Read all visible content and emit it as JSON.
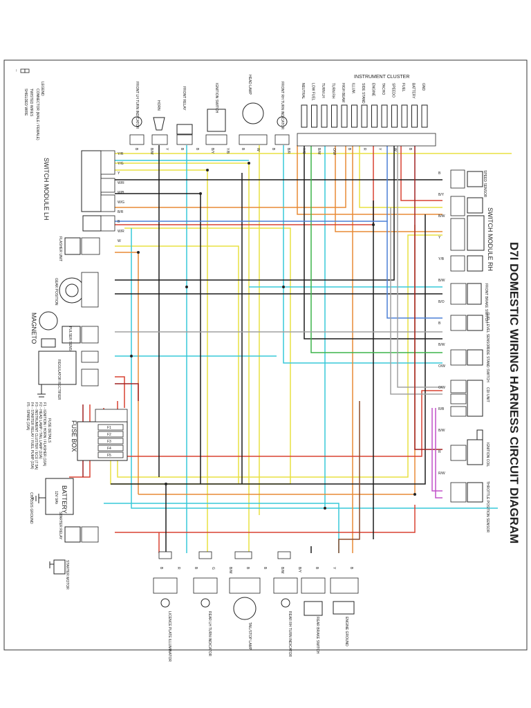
{
  "title": "D7I DOMESTIC WIRING HARNESS CIRCUIT DIAGRAM",
  "labels": {
    "instrument_cluster": "INSTRUMENT CLUSTER",
    "switch_module_lh": "SWITCH MODULE LH",
    "switch_module_rh": "SWITCH MODULE RH",
    "magneto": "MAGNETO",
    "fuse_box": "FUSE BOX",
    "battery": "BATTERY",
    "battery_sub": "12V 9Ah",
    "front_lh_turn": "FRONT LH TURN INDICATOR",
    "horn": "HORN",
    "front_relay": "FRONT RELAY",
    "ignition_switch": "IGNITION SWITCH",
    "headlamp": "HEAD LAMP",
    "front_rh_turn": "FRONT RH TURN INDICATOR",
    "flasher": "FLASHER UNIT",
    "gear_position": "GEAR POSITION",
    "pulser": "PULSER SENSOR",
    "regulator": "REGULATOR RECTIFIER",
    "cdi_unit": "CDI UNIT",
    "front_brake": "FRONT BRAKE SWITCH",
    "fuel_sensor": "FUEL LEVEL SENSOR",
    "side_stand": "SIDE STAND SWITCH",
    "starter_motor": "STARTER MOTOR",
    "starter_relay": "STARTER RELAY",
    "rear_lh_turn": "REAR LH TURN INDICATOR",
    "licence_lamp": "LICENCE PLATE ILLUMINATOR",
    "tail_lamp": "TAIL/STOP LAMP",
    "rear_rh_turn": "REAR RH TURN INDICATOR",
    "rear_brake": "REAR BRAKE SWITCH",
    "ignition_coil": "IGNITION COIL",
    "throttle_sensor": "THROTTLE POSITION SENSOR",
    "speed_sensor": "SPEED SENSOR",
    "chassis_ground": "CHASSIS GROUND",
    "engine_ground": "ENGINE GROUND",
    "legend_title": "LEGEND",
    "legend_1": "CONNECTOR (MALE / FEMALE)",
    "legend_2": "TWISTED WIRES",
    "legend_3": "SHIELDED WIRE",
    "fuse_details_title": "FUSE DETAILS",
    "fuse_1": "F1 - IGNITION / HORN / FLASHER (10A)",
    "fuse_2": "F2 - HEAD LAMP / TAIL LAMP (10A)",
    "fuse_3": "F3 - INSTRUMENT CLUSTER / ECU (7.5A)",
    "fuse_4": "F4 - STARTER RELAY / FUEL PUMP (15A)",
    "fuse_5": "F5 - SPARE (15A)"
  },
  "cluster_items": [
    "NEUTRAL",
    "LOW FUEL",
    "TURN LH",
    "TURN RH",
    "HIGH BEAM",
    "ILLUM.",
    "SIDE STAND",
    "ENGINE",
    "TACHO",
    "SPEEDO",
    "FUEL",
    "BATTERY",
    "GND"
  ],
  "wire_codes": {
    "top": [
      "B",
      "B/W",
      "Y",
      "B",
      "B",
      "B/Y",
      "Y/B",
      "B",
      "W",
      "B",
      "B/R",
      "Y/G",
      "B/W",
      "O/W",
      "B",
      "R",
      "Y",
      "W",
      "B"
    ],
    "lh_switch": [
      "Y/R",
      "Y/G",
      "Y",
      "W/R",
      "W/B",
      "W/G",
      "B/R",
      "B",
      "W/R",
      "W"
    ],
    "rh_switch": [
      "B",
      "B/Y",
      "B/W",
      "Y",
      "Y/B",
      "B/W",
      "B/O",
      "B",
      "B/W",
      "O/W",
      "O/W",
      "R/B",
      "B/W",
      "R",
      "R/W"
    ],
    "rear": [
      "B",
      "R",
      "B",
      "G",
      "B/W",
      "B",
      "B",
      "B/W",
      "B/Y",
      "B",
      "Y",
      "B"
    ]
  },
  "colors": {
    "red": "#d94030",
    "yellow": "#e8e040",
    "cyan": "#36c8d8",
    "orange": "#e88a35",
    "black": "#1a1a1a",
    "green": "#3cb34a",
    "blue": "#4a7fd6",
    "gray": "#a0a0a0",
    "brown": "#8a4a2a",
    "purple": "#c050c8",
    "darkred": "#a02020"
  }
}
